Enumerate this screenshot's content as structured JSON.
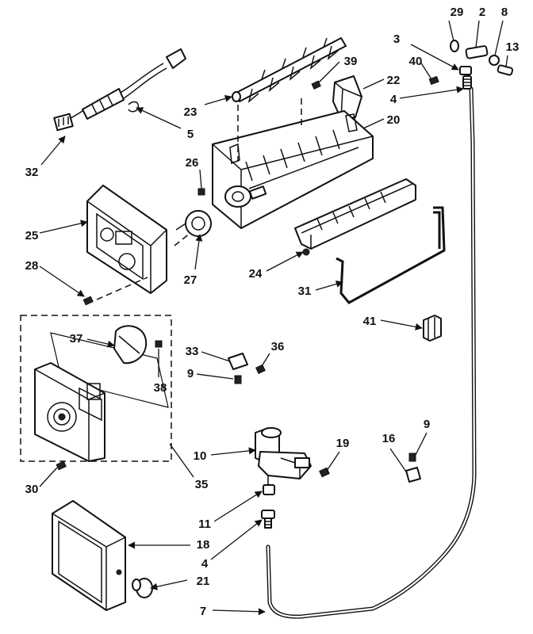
{
  "diagram": {
    "callouts": [
      "29",
      "2",
      "8",
      "13",
      "3",
      "40",
      "39",
      "22",
      "4",
      "23",
      "20",
      "5",
      "32",
      "26",
      "25",
      "28",
      "27",
      "24",
      "31",
      "41",
      "37",
      "38",
      "33",
      "36",
      "9",
      "10",
      "19",
      "16",
      "9",
      "30",
      "35",
      "11",
      "4",
      "18",
      "21",
      "7"
    ]
  }
}
